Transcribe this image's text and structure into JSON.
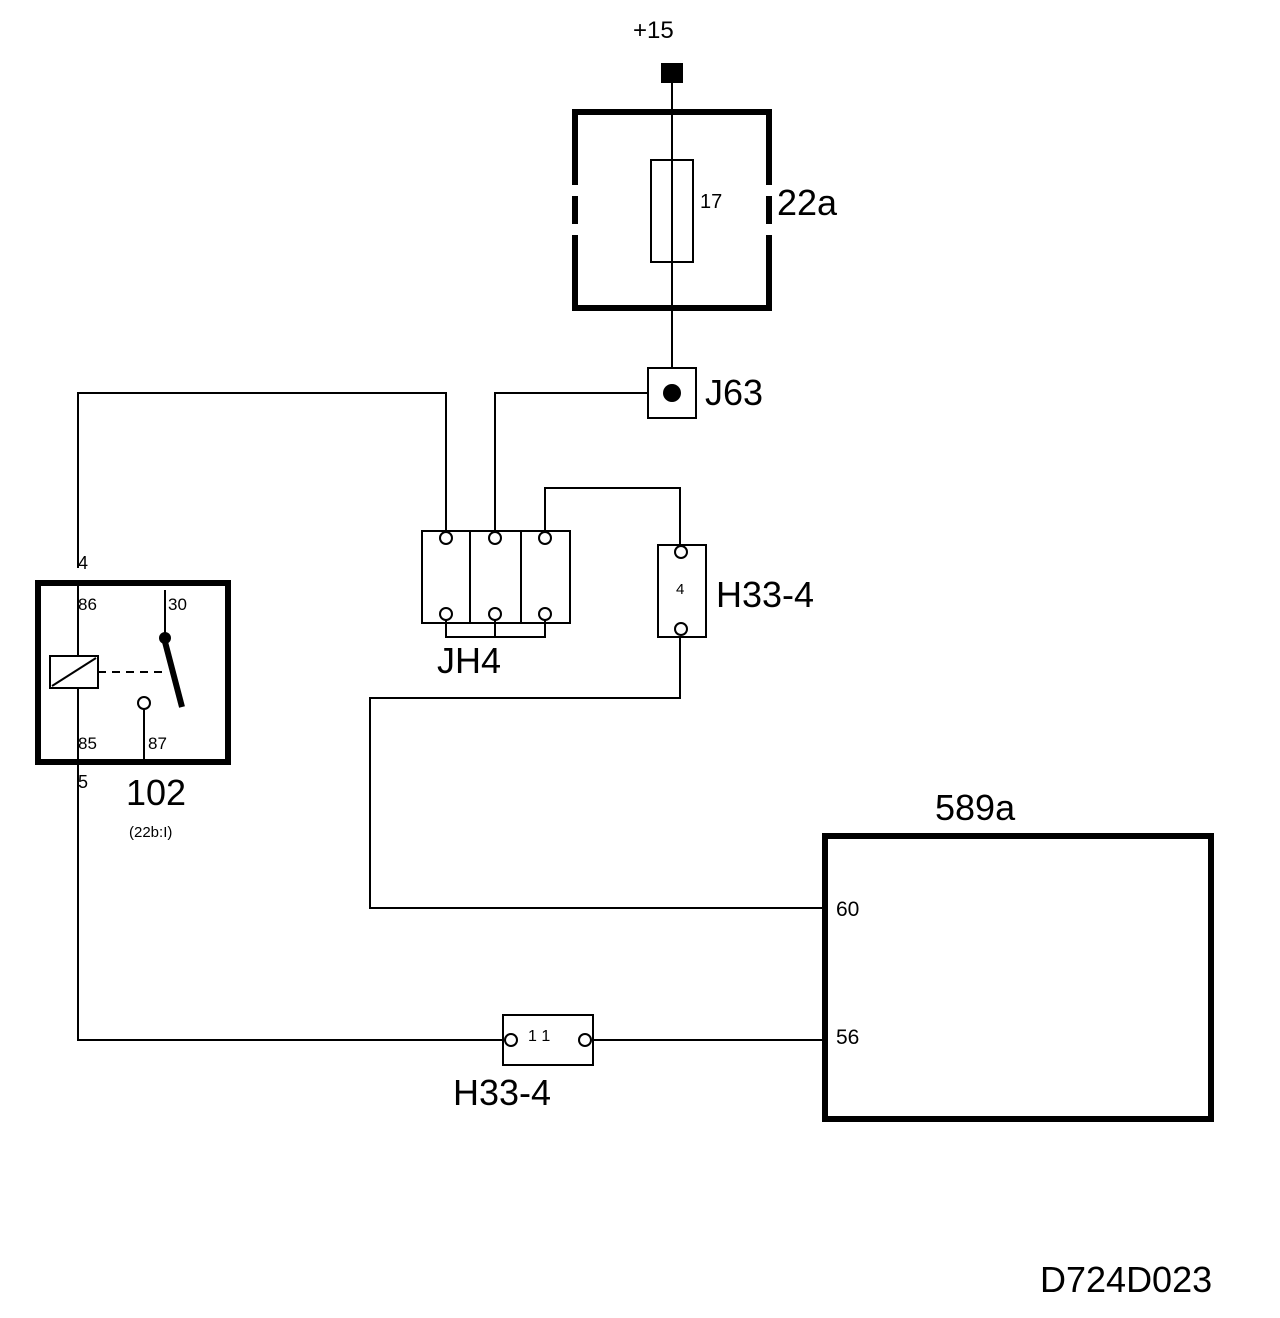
{
  "supply": {
    "label": "+15"
  },
  "fuse_box": {
    "label": "22a",
    "fuse_number": "17"
  },
  "connector_j63": {
    "label": "J63"
  },
  "junction_jh4": {
    "label": "JH4"
  },
  "connector_h33_upper": {
    "label": "H33-4",
    "pin": "4"
  },
  "connector_h33_lower": {
    "label": "H33-4",
    "pin": "1 1"
  },
  "relay": {
    "label": "102",
    "location": "(22b:I)",
    "pin_86": "86",
    "pin_30": "30",
    "pin_85": "85",
    "pin_87": "87",
    "wire_top": "4",
    "wire_bottom": "5"
  },
  "module_589a": {
    "label": "589a",
    "pin_60": "60",
    "pin_56": "56"
  },
  "diagram_code": "D724D023"
}
